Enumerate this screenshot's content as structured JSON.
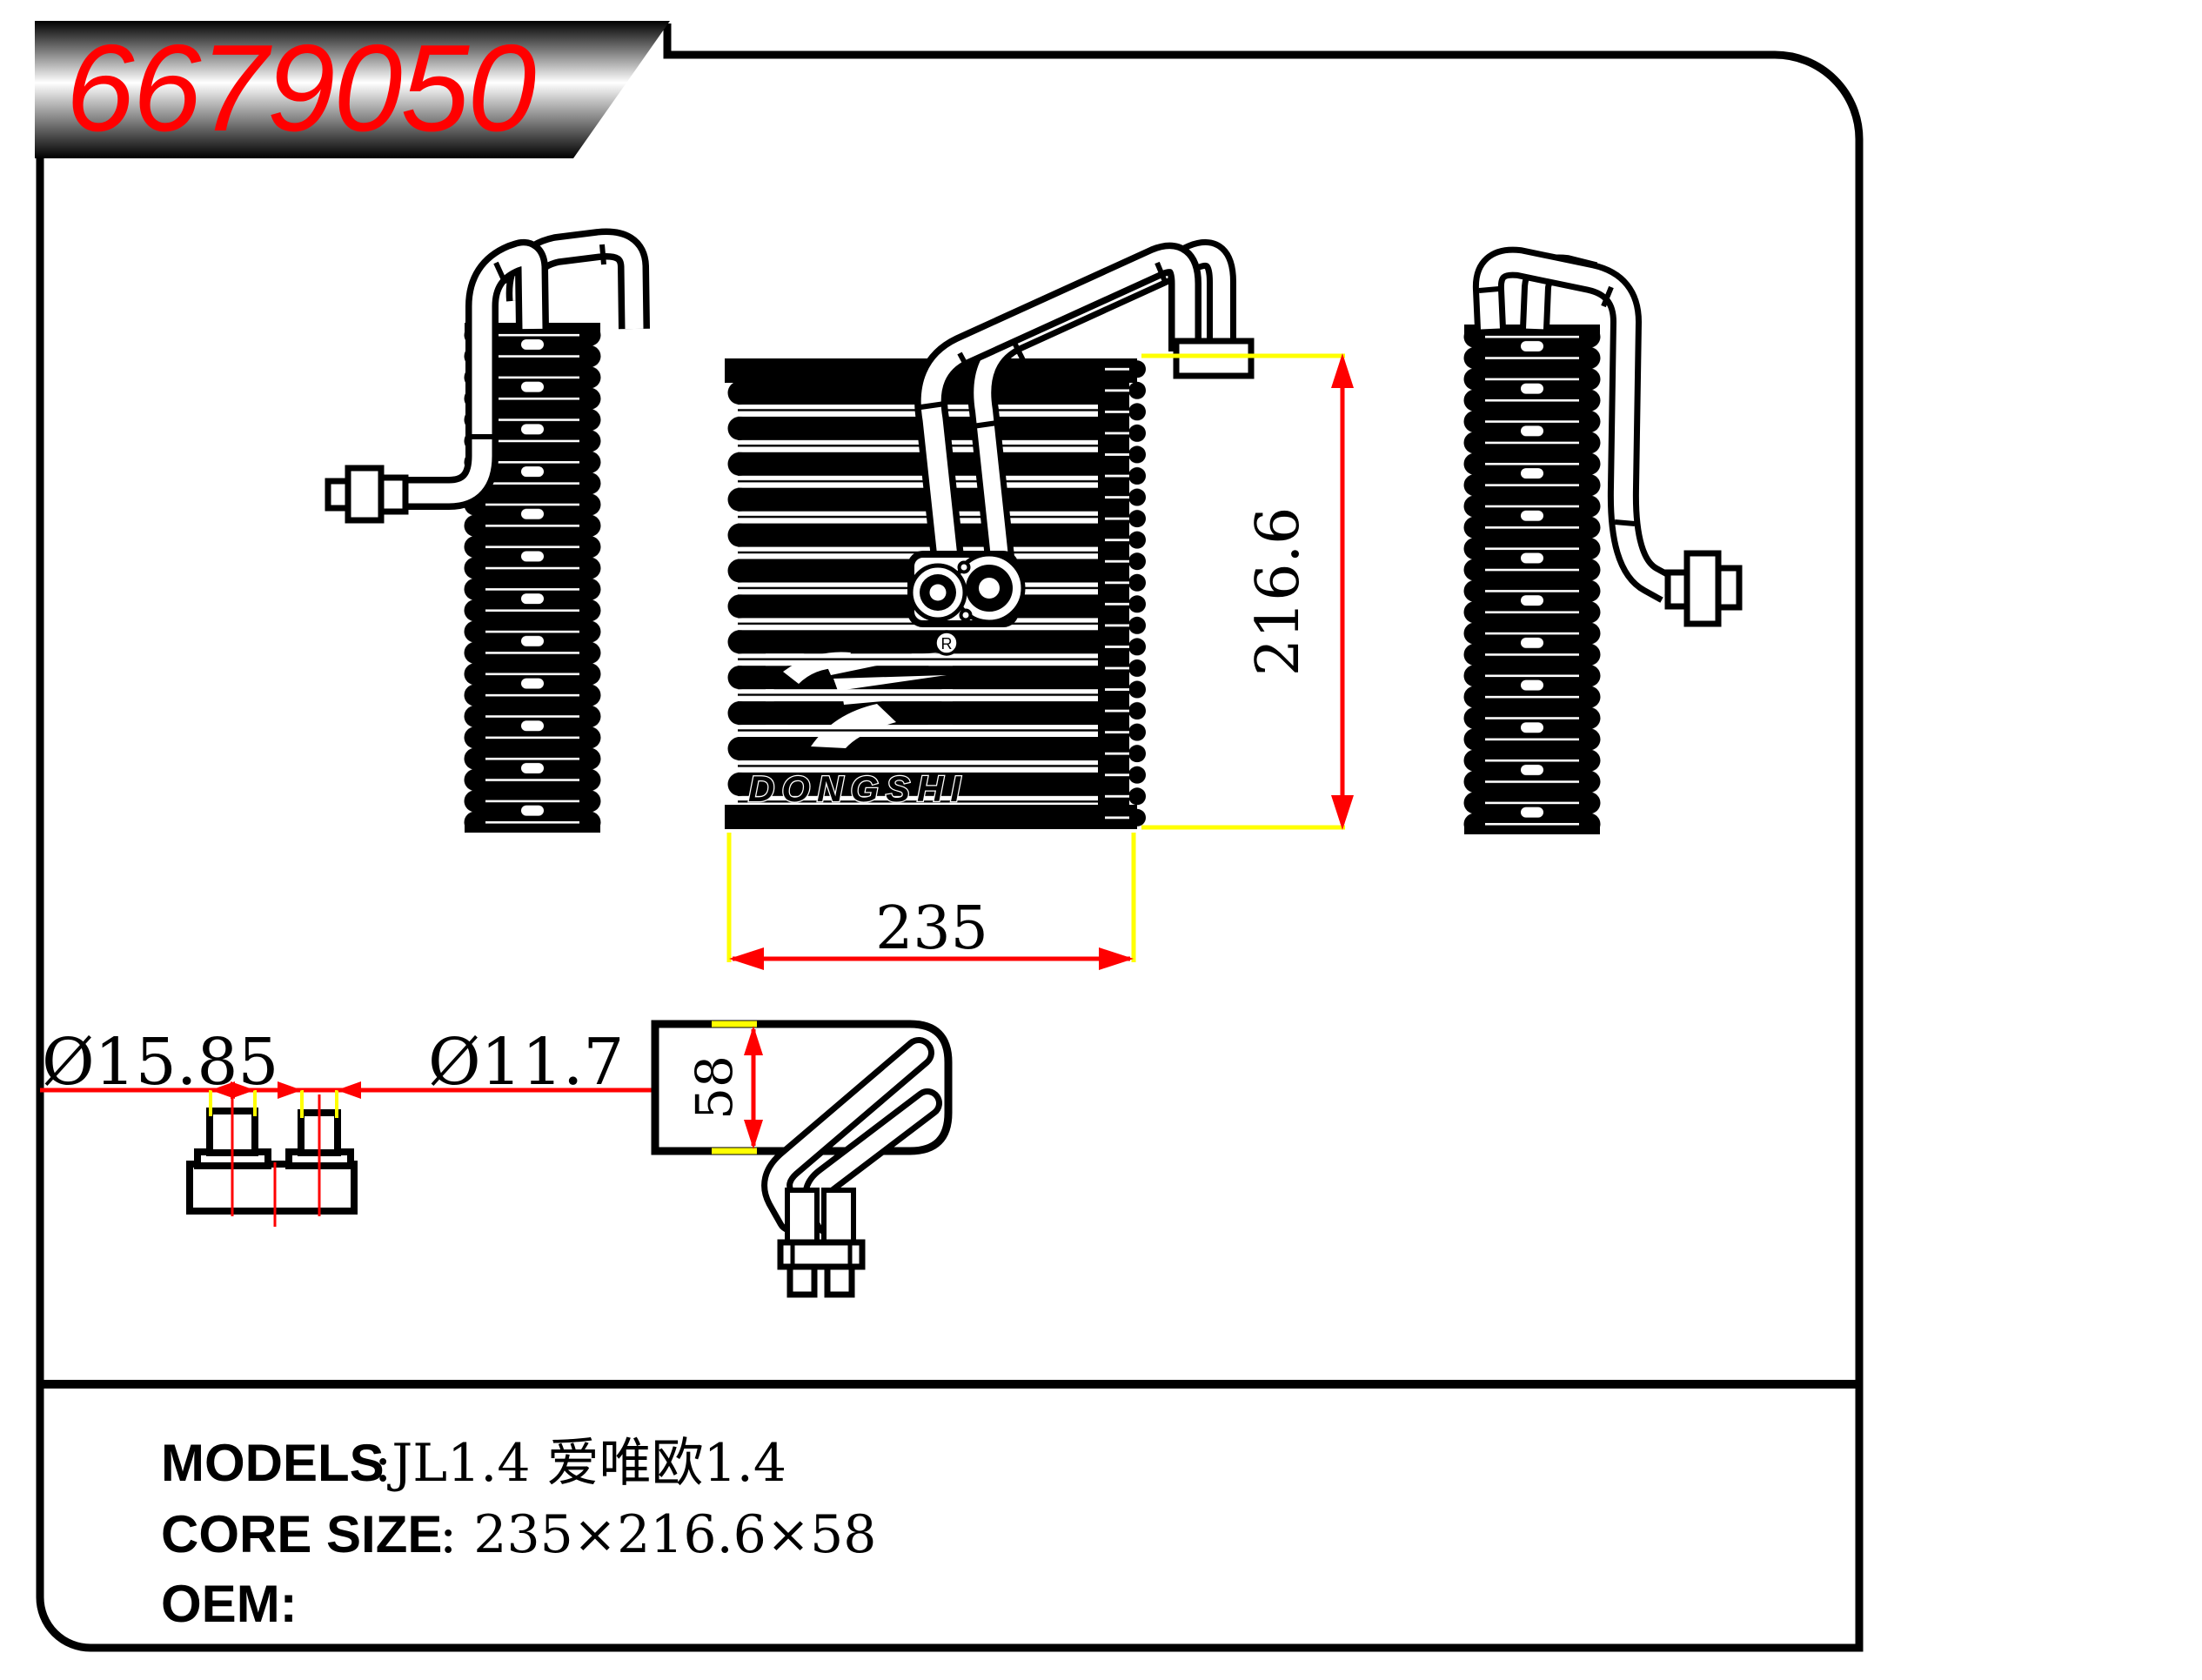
{
  "banner": {
    "part_number": "6679050"
  },
  "drawing": {
    "dim_width": "235",
    "dim_height": "216.6",
    "dim_depth": "58",
    "dim_port_large": "Ø15.85",
    "dim_port_small": "Ø11.7",
    "logo_text": "DONGSHI",
    "registered_mark": "R"
  },
  "footer": {
    "models_label": "MODELS",
    "models_value": ":JL1.4 爱唯欧1.4",
    "core_label": "CORE SIZE",
    "core_value": ": 235×216.6×58",
    "oem_label": "OEM:"
  },
  "colors": {
    "dimension_red": "#ff0000",
    "extension_yellow": "#ffff00",
    "line_black": "#000000"
  }
}
